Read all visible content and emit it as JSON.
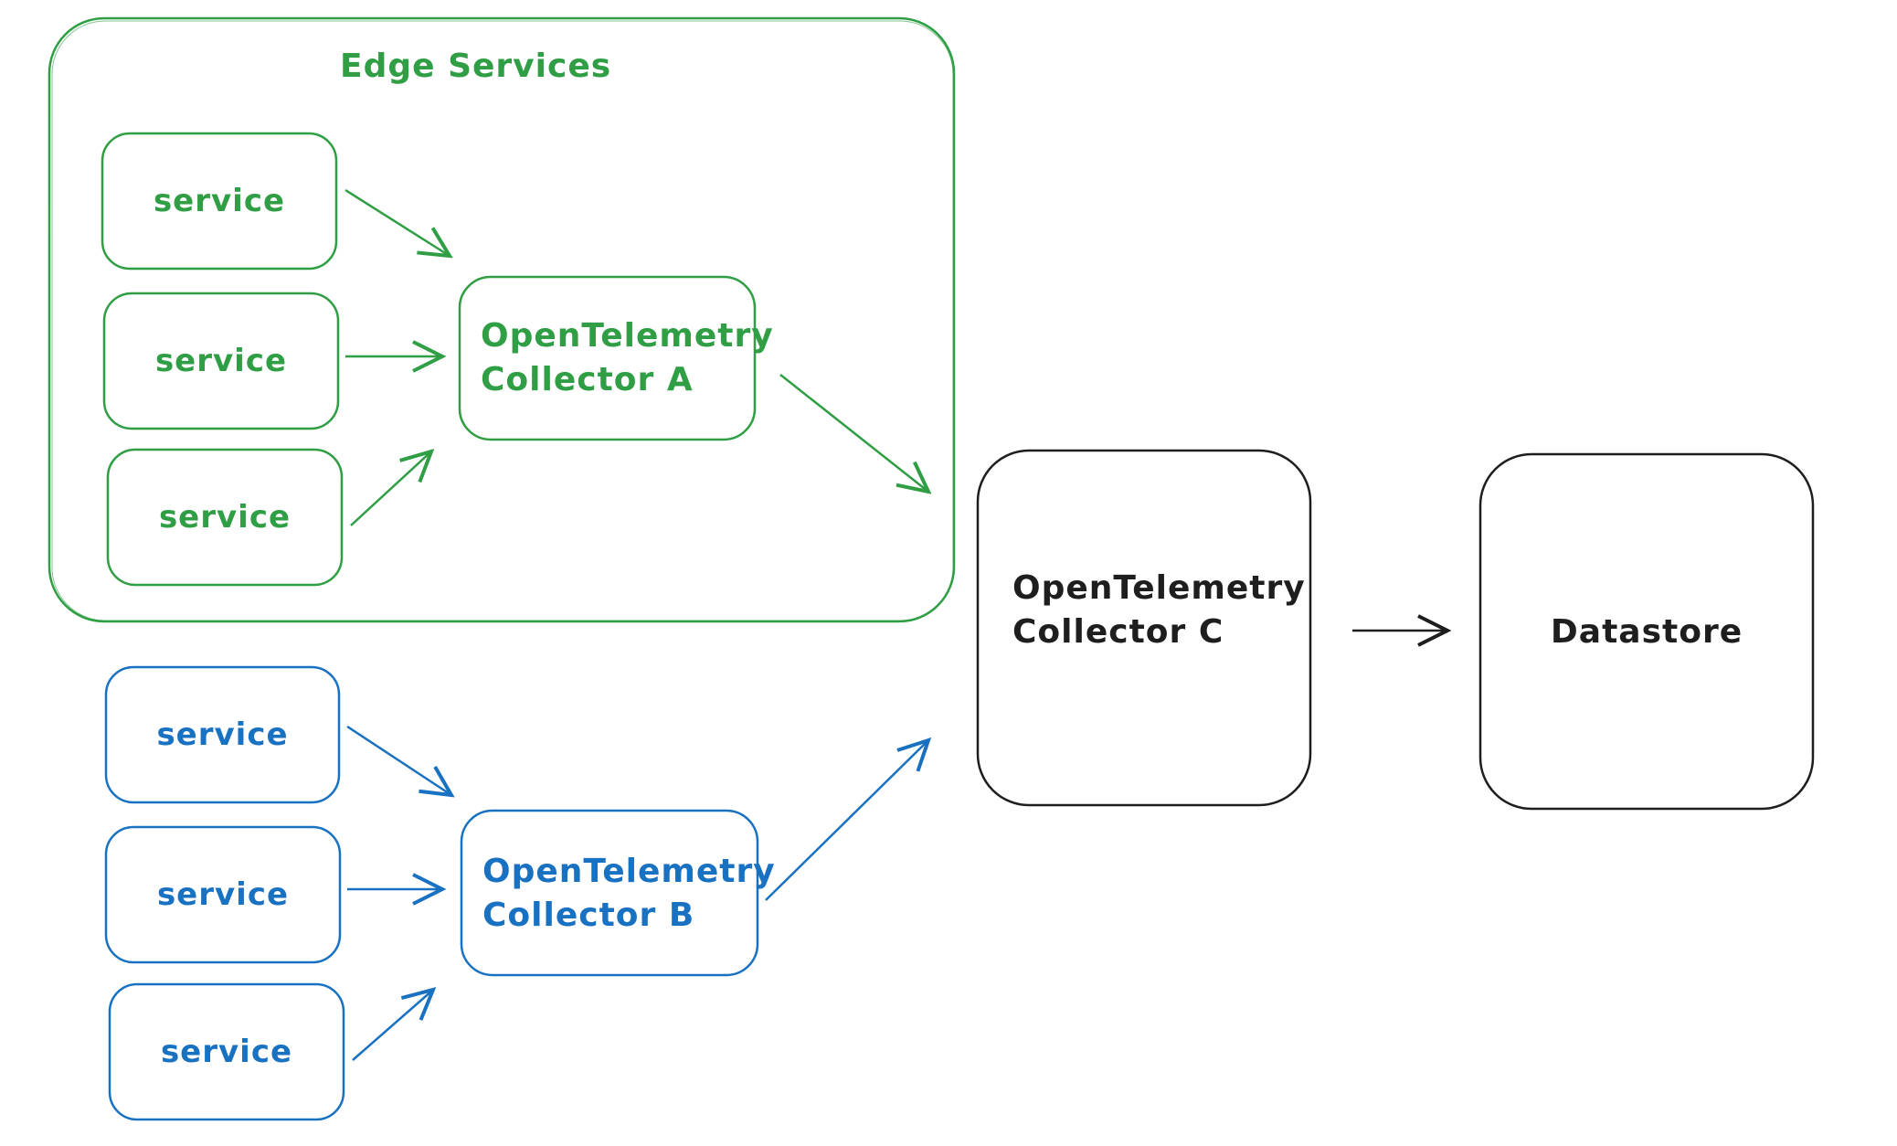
{
  "colors": {
    "green": "#2f9e44",
    "blue": "#1971c2",
    "black": "#1e1e1e",
    "background": "#ffffff"
  },
  "group": {
    "title": "Edge Services"
  },
  "edge_services": [
    {
      "label": "service"
    },
    {
      "label": "service"
    },
    {
      "label": "service"
    }
  ],
  "other_services": [
    {
      "label": "service"
    },
    {
      "label": "service"
    },
    {
      "label": "service"
    }
  ],
  "collector_a": {
    "line1": "OpenTelemetry",
    "line2": "Collector A"
  },
  "collector_b": {
    "line1": "OpenTelemetry",
    "line2": "Collector B"
  },
  "collector_c": {
    "line1": "OpenTelemetry",
    "line2": "Collector C"
  },
  "datastore": {
    "label": "Datastore"
  }
}
